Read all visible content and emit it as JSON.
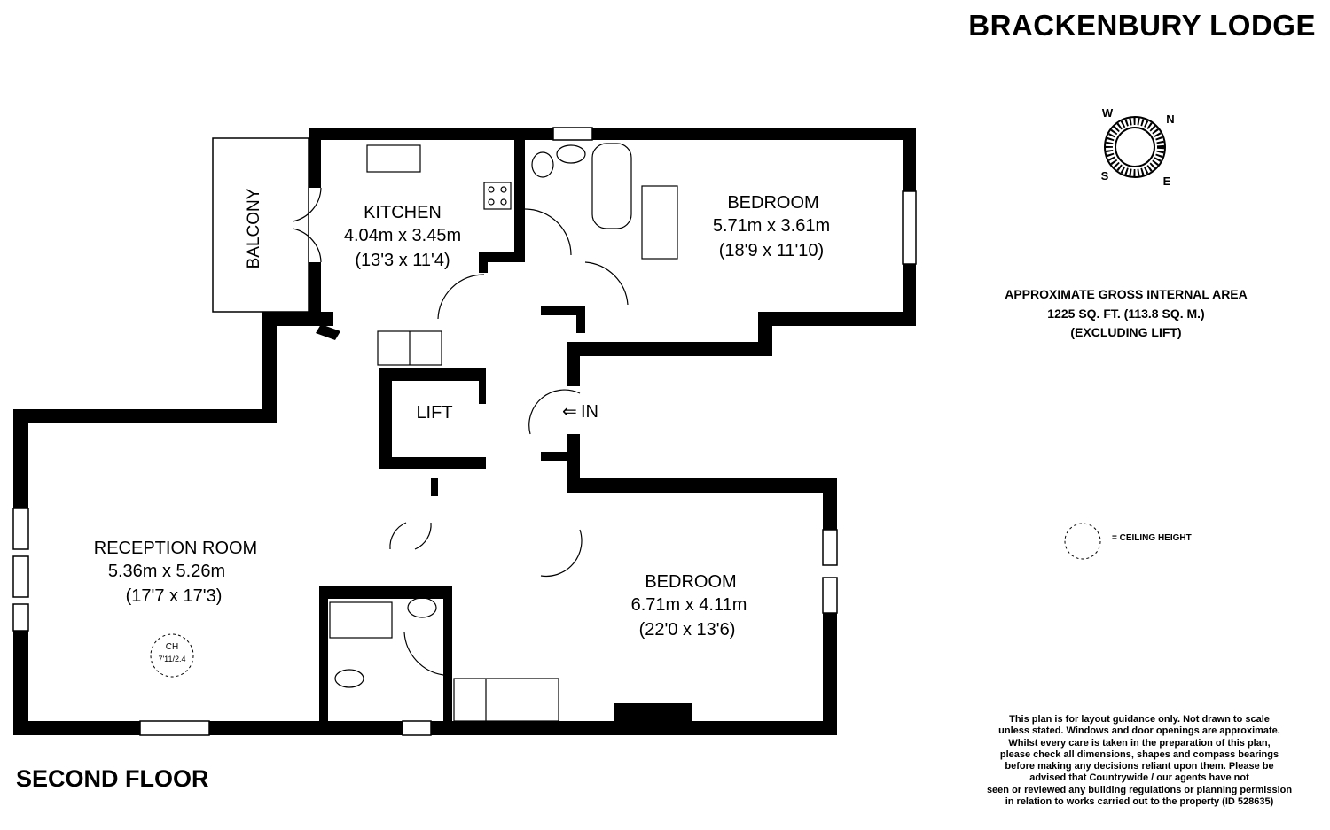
{
  "building_name": "BRACKENBURY LODGE",
  "floor_name": "SECOND FLOOR",
  "area": {
    "line1": "APPROXIMATE GROSS INTERNAL AREA",
    "line2": "1225 SQ. FT. (113.8 SQ. M.)",
    "line3": "(EXCLUDING LIFT)"
  },
  "compass": {
    "w": "W",
    "n": "N",
    "s": "S",
    "e": "E"
  },
  "legend": {
    "ceiling_height": "= CEILING HEIGHT"
  },
  "rooms": {
    "balcony": {
      "name": "BALCONY"
    },
    "kitchen": {
      "name": "KITCHEN",
      "metric": "4.04m x 3.45m",
      "imperial": "(13'3 x 11'4)"
    },
    "bedroom1": {
      "name": "BEDROOM",
      "metric": "5.71m x 3.61m",
      "imperial": "(18'9 x 11'10)"
    },
    "lift": {
      "name": "LIFT"
    },
    "entrance": {
      "name": "IN"
    },
    "reception": {
      "name": "RECEPTION ROOM",
      "metric": "5.36m x 5.26m",
      "imperial": "(17'7 x 17'3)"
    },
    "bedroom2": {
      "name": "BEDROOM",
      "metric": "6.71m x 4.11m",
      "imperial": "(22'0 x 13'6)"
    }
  },
  "ceiling_height": {
    "label": "CH",
    "value": "7'11/2.4"
  },
  "disclaimer": [
    "This plan is for layout guidance only. Not drawn to scale",
    "unless stated. Windows and door openings are approximate.",
    "Whilst every care is taken in the preparation of this plan,",
    "please check all dimensions, shapes and compass bearings",
    "before making any decisions reliant upon them. Please be",
    "advised that Countrywide / our agents have not",
    "seen or reviewed any building regulations or planning permission",
    "in relation to works carried out to the property (ID 528635)"
  ]
}
